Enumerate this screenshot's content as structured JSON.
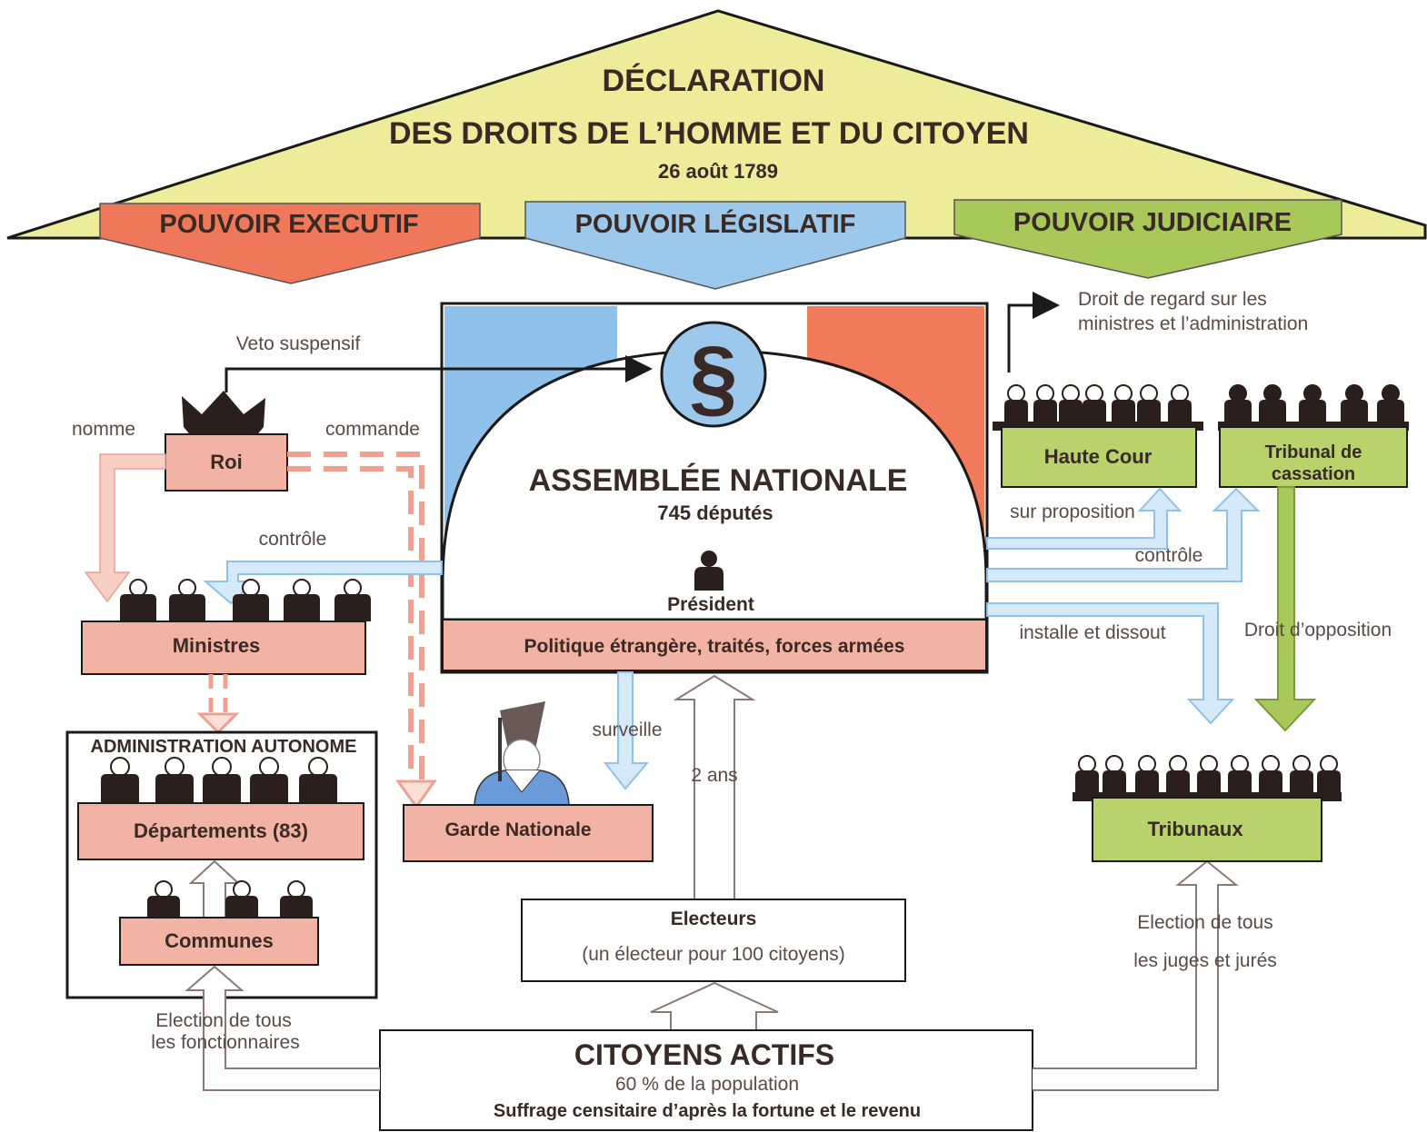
{
  "header": {
    "title": "DÉCLARATION",
    "subtitle": "DES DROITS DE L’HOMME ET DU CITOYEN",
    "date": "26 août 1789"
  },
  "powers": {
    "executive": "POUVOIR EXECUTIF",
    "legislative": "POUVOIR LÉGISLATIF",
    "judicial": "POUVOIR JUDICIAIRE"
  },
  "assembly": {
    "title": "ASSEMBLÉE NATIONALE",
    "deputies": "745 députés",
    "president": "Président",
    "powers_bar": "Politique étrangère, traités, forces armées",
    "symbol": "§"
  },
  "executive": {
    "king": "Roi",
    "ministers": "Ministres",
    "admin_title": "ADMINISTRATION AUTONOME",
    "departments": "Départements (83)",
    "communes": "Communes",
    "national_guard": "Garde Nationale"
  },
  "judicial": {
    "high_court": "Haute Cour",
    "cassation": "Tribunal de cassation",
    "tribunals": "Tribunaux"
  },
  "electors": {
    "title": "Electeurs",
    "note": "(un électeur pour 100 citoyens)"
  },
  "citizens": {
    "title": "CITOYENS ACTIFS",
    "share": "60 % de la population",
    "suffrage": "Suffrage censitaire d’après la fortune et le revenu"
  },
  "arrow_labels": {
    "veto": "Veto suspensif",
    "nomme": "nomme",
    "commande": "commande",
    "controle_ministers": "contrôle",
    "surveille": "surveille",
    "two_years": "2 ans",
    "regard_line1": "Droit de regard sur les",
    "regard_line2": "ministres et l’administration",
    "sur_proposition": "sur proposition",
    "controle_judicial": "contrôle",
    "installe": "installe et dissout",
    "opposition": "Droit d’opposition",
    "election_fonct_line1": "Election de tous",
    "election_fonct_line2": "les fonctionnaires",
    "election_juges_line1": "Election de tous",
    "election_juges_line2": "les juges et jurés"
  },
  "colors": {
    "roof": "#ecec9a",
    "executive": "#f0785a",
    "legislative": "#9cc8ec",
    "judicial": "#a8c85a",
    "salmon_box": "#f2b3a5",
    "green_box": "#b8d26c",
    "flag_blue": "#8fc1ea",
    "flag_red": "#f07a5a"
  }
}
